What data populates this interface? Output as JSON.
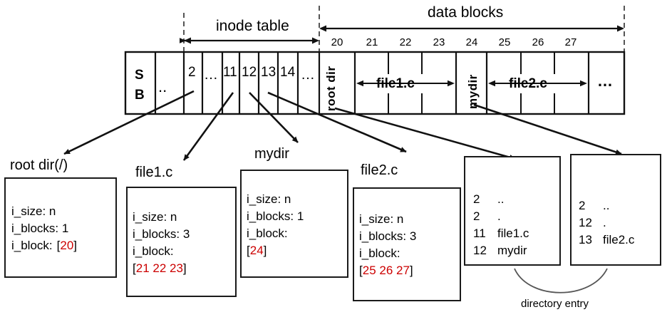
{
  "diagram": {
    "title": "ext2 inode table and data blocks layout",
    "top_brackets": [
      {
        "id": "inode-table",
        "label": "inode table"
      },
      {
        "id": "data-blocks",
        "label": "data blocks"
      }
    ],
    "data_block_numbers": [
      "20",
      "21",
      "22",
      "23",
      "24",
      "25",
      "26",
      "27"
    ],
    "strip_cells": [
      {
        "id": "superblock",
        "label": "S\nB",
        "orientation": "stacked"
      },
      {
        "id": "inode-ellipsis-1",
        "label": "..",
        "orientation": "horizontal"
      },
      {
        "id": "inode-2",
        "label": "2",
        "orientation": "horizontal"
      },
      {
        "id": "inode-ellipsis-2",
        "label": "…",
        "orientation": "horizontal"
      },
      {
        "id": "inode-11",
        "label": "11",
        "orientation": "horizontal"
      },
      {
        "id": "inode-12",
        "label": "12",
        "orientation": "horizontal"
      },
      {
        "id": "inode-13",
        "label": "13",
        "orientation": "horizontal"
      },
      {
        "id": "inode-14",
        "label": "14",
        "orientation": "horizontal"
      },
      {
        "id": "inode-ellipsis-3",
        "label": "…",
        "orientation": "horizontal"
      },
      {
        "id": "datablock-20",
        "label": "root dir",
        "orientation": "vertical"
      },
      {
        "id": "datablock-21-23",
        "label": "file1.c",
        "orientation": "horizontal-span"
      },
      {
        "id": "datablock-24",
        "label": "mydir",
        "orientation": "vertical"
      },
      {
        "id": "datablock-25-27",
        "label": "file2.c",
        "orientation": "horizontal-span"
      },
      {
        "id": "datablock-ellipsis",
        "label": "…",
        "orientation": "horizontal"
      }
    ],
    "inode_boxes": [
      {
        "id": "root-dir-inode",
        "title": "root dir(/)",
        "i_size_label": "i_size: n",
        "i_blocks_label": "i_blocks: 1",
        "i_block_label": "i_block:",
        "i_block_inline": true,
        "i_block_open": "[",
        "i_block_values": "20",
        "i_block_close": "]"
      },
      {
        "id": "file1c-inode",
        "title": "file1.c",
        "i_size_label": "i_size: n",
        "i_blocks_label": "i_blocks: 3",
        "i_block_label": "i_block:",
        "i_block_inline": false,
        "i_block_open": "[",
        "i_block_values": "21 22 23",
        "i_block_close": "]"
      },
      {
        "id": "mydir-inode",
        "title": "mydir",
        "i_size_label": "i_size: n",
        "i_blocks_label": "i_blocks: 1",
        "i_block_label": "i_block:",
        "i_block_inline": false,
        "i_block_open": "[",
        "i_block_values": "24",
        "i_block_close": "]"
      },
      {
        "id": "file2c-inode",
        "title": "file2.c",
        "i_size_label": "i_size: n",
        "i_blocks_label": "i_blocks: 3",
        "i_block_label": "i_block:",
        "i_block_inline": false,
        "i_block_open": "[",
        "i_block_values": "25 26 27",
        "i_block_close": "]"
      }
    ],
    "directory_blocks": [
      {
        "id": "root-dir-block",
        "entries": [
          {
            "inode": "2",
            "name": ".."
          },
          {
            "inode": "2",
            "name": "."
          },
          {
            "inode": "11",
            "name": "file1.c"
          },
          {
            "inode": "12",
            "name": "mydir"
          }
        ]
      },
      {
        "id": "mydir-block",
        "entries": [
          {
            "inode": "2",
            "name": ".."
          },
          {
            "inode": "12",
            "name": "."
          },
          {
            "inode": "13",
            "name": "file2.c"
          }
        ]
      }
    ],
    "directory_entry_caption": "directory entry",
    "colors": {
      "ink": "#000000",
      "stroke": "#1a1a1a",
      "block_number_red": "#cc0000",
      "background": "#ffffff"
    }
  }
}
